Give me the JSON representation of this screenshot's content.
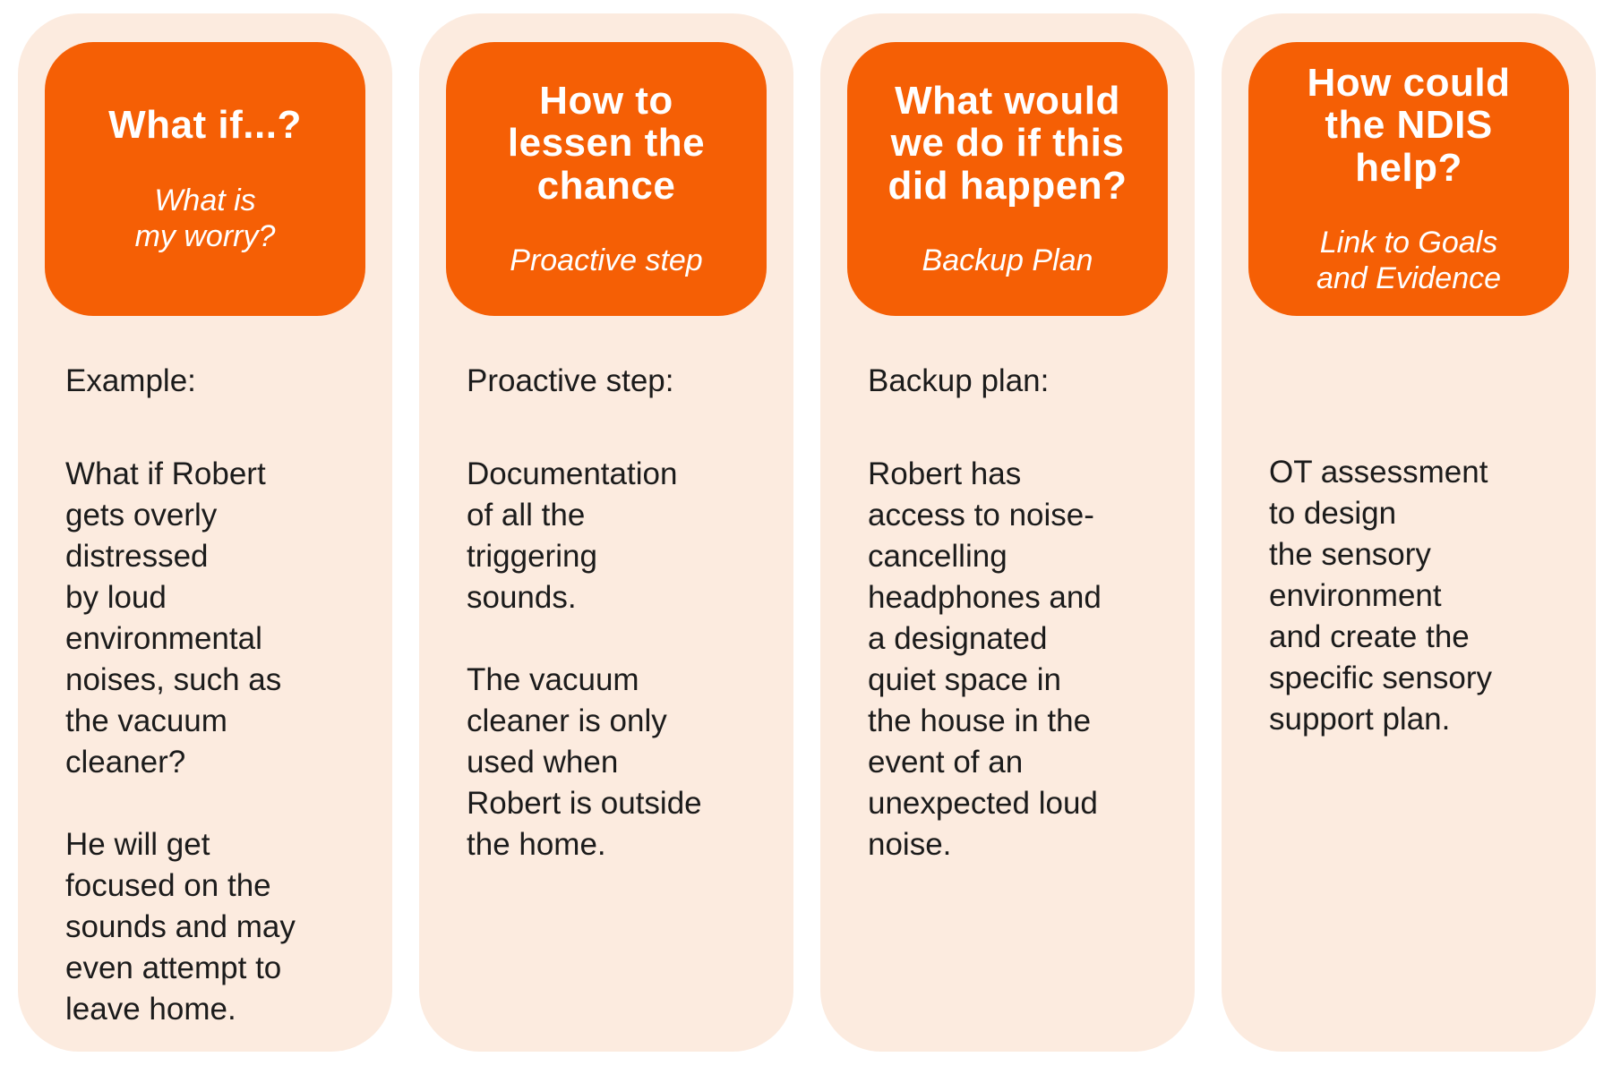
{
  "colors": {
    "header_orange": "#F55F05",
    "card_peach": "#FCEBDF",
    "header_text": "#FFFFFF",
    "body_text": "#1B1B1B",
    "page_background": "#FFFFFF"
  },
  "columns": [
    {
      "header": {
        "title": "What if...?",
        "subtitle": "What is\nmy worry?"
      },
      "body": {
        "label": "Example:",
        "paragraphs": [
          "What if Robert\ngets overly\ndistressed\nby loud\nenvironmental\nnoises, such as\nthe vacuum\ncleaner?",
          "He will get\nfocused on the\nsounds and may\neven attempt to\nleave home."
        ]
      }
    },
    {
      "header": {
        "title": "How to\nlessen the\nchance",
        "subtitle": "Proactive step"
      },
      "body": {
        "label": "Proactive step:",
        "paragraphs": [
          "Documentation\nof all the\ntriggering\nsounds.",
          "The vacuum\ncleaner is only\nused when\nRobert is outside\nthe home."
        ]
      }
    },
    {
      "header": {
        "title": "What would\nwe do if this\ndid happen?",
        "subtitle": "Backup Plan"
      },
      "body": {
        "label": "Backup plan:",
        "paragraphs": [
          "Robert has\naccess to noise-\ncancelling\nheadphones and\na designated\nquiet space in\nthe house in the\nevent of an\nunexpected loud\nnoise."
        ]
      }
    },
    {
      "header": {
        "title": "How could\nthe NDIS\nhelp?",
        "subtitle": "Link to Goals\nand Evidence"
      },
      "body": {
        "label": "",
        "paragraphs": [
          "OT assessment\nto design\nthe sensory\nenvironment\nand create the\nspecific sensory\nsupport plan."
        ]
      }
    }
  ]
}
